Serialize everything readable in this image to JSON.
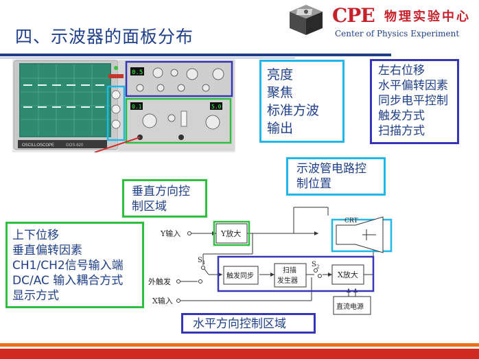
{
  "title": "四、示波器的面板分布",
  "logo": {
    "cpe": "CPE",
    "cn": "物理实验中心",
    "en": "Center of Physics Experiment"
  },
  "photo": {
    "brand": "OSCILLOSCOPE",
    "model": "GOS-620",
    "left_display": "0.5",
    "mid_display": "0.1",
    "right_display": "5.0"
  },
  "labels": {
    "cyan": [
      "亮度",
      "聚焦",
      "标准方波",
      "输出"
    ],
    "purple_top": [
      "左右位移",
      "水平偏转因素",
      "同步电平控制",
      "触发方式",
      "扫描方式"
    ],
    "crt_area": [
      "示波管电路控",
      "制位置"
    ],
    "vertical_area": [
      "垂直方向控",
      "制区域"
    ],
    "green_left": [
      "上下位移",
      "垂直偏转因素",
      "CH1/CH2信号输入端",
      "DC/AC 输入耦合方式",
      "显示方式"
    ],
    "horizontal_area": "水平方向控制区域"
  },
  "diagram": {
    "y_input": "Y输入",
    "ext_trigger": "外触发",
    "x_input": "X输入",
    "y_amp": "Y放大",
    "crt": "CRT",
    "trigger_sync": "触发同步",
    "sweep_gen_1": "扫描",
    "sweep_gen_2": "发生器",
    "x_amp": "X放大",
    "dc_power": "直流电源",
    "s1": "S",
    "s1_sub": "1",
    "s2": "S",
    "s2_sub": "2"
  },
  "colors": {
    "title": "#1f3f8a",
    "logo_red": "#c8202a",
    "cyan": "#1fb6ea",
    "green": "#2fbf3f",
    "purple": "#3535b8",
    "bar_orange": "#e8701a",
    "bar_red": "#d02a20"
  }
}
